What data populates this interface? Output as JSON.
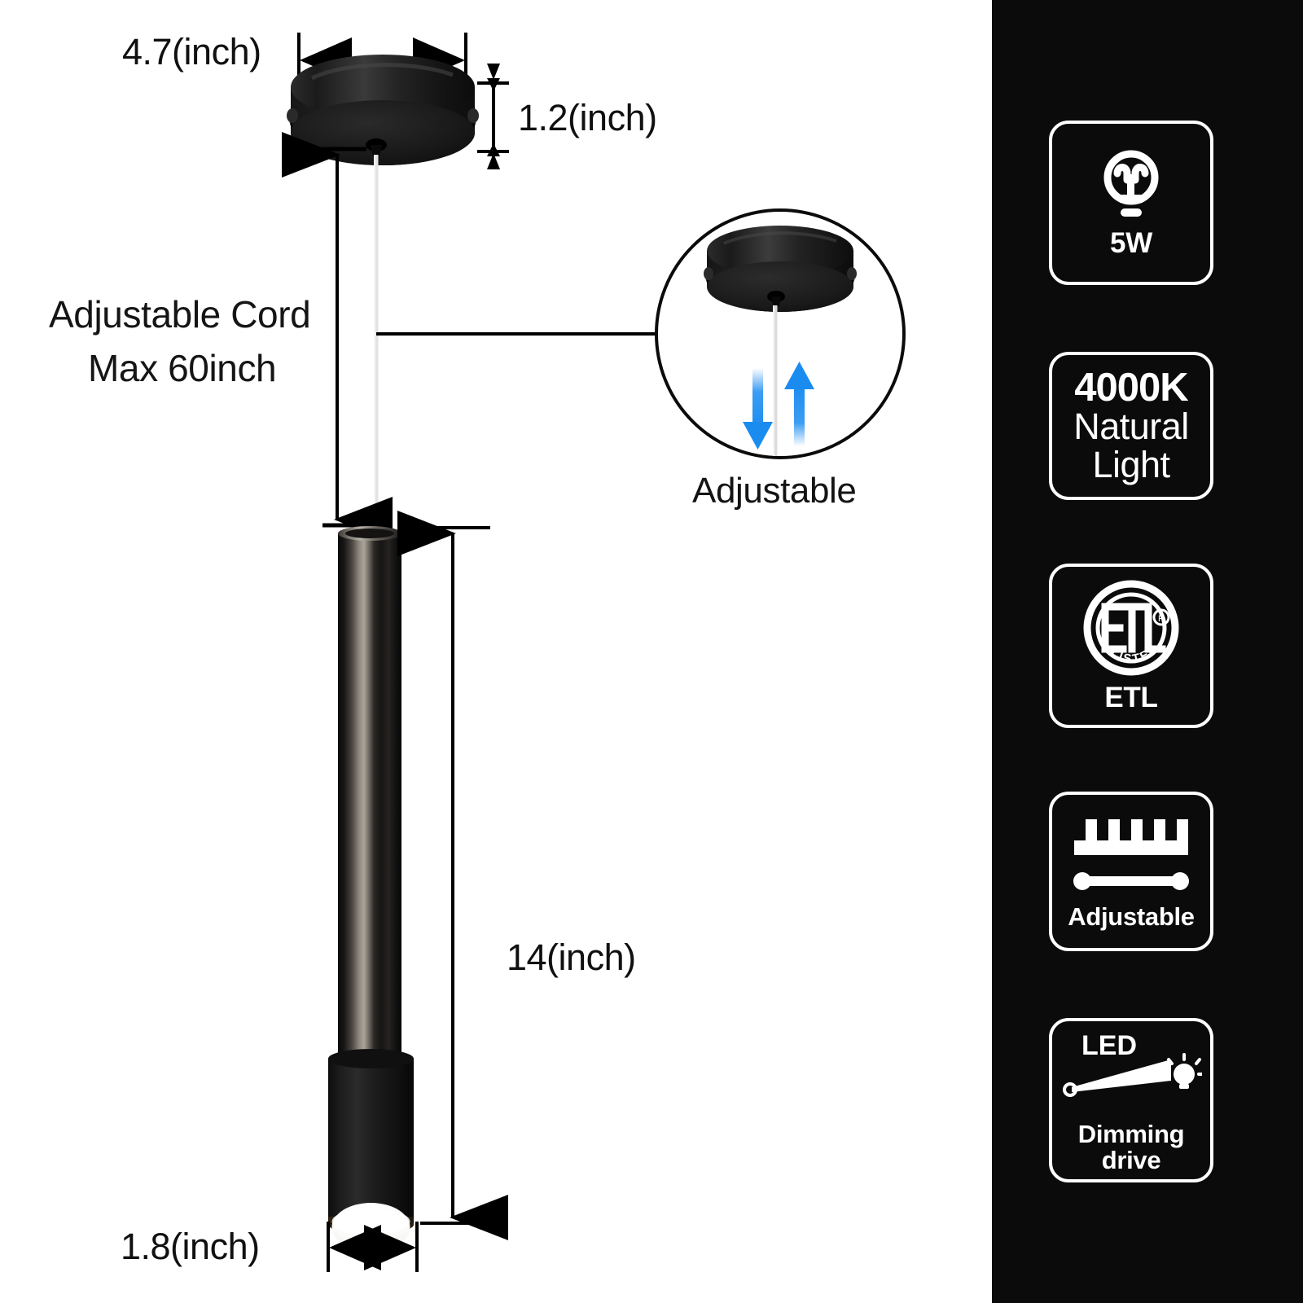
{
  "product": {
    "type": "LED cylinder pendant light dimension diagram"
  },
  "dimensions": {
    "canopy_diameter": "4.7(inch)",
    "canopy_height": "1.2(inch)",
    "cord_note_line1": "Adjustable Cord",
    "cord_note_line2": "Max 60inch",
    "body_length": "14(inch)",
    "shade_diameter": "1.8(inch)"
  },
  "callout": {
    "label": "Adjustable",
    "arrow_color": "#1a8cf0"
  },
  "spec_panel": {
    "background": "#0b0b0b",
    "badges": [
      {
        "id": "wattage",
        "icon": "light-bulb-icon",
        "caption": "5W"
      },
      {
        "id": "color-temperature",
        "line1": "4000K",
        "line2": "Natural",
        "line3": "Light"
      },
      {
        "id": "certification",
        "icon": "etl-listed-icon",
        "mark": "ETL",
        "mark_sub": "LISTED",
        "caption": "ETL"
      },
      {
        "id": "adjustable",
        "icon": "ruler-slider-icon",
        "caption": "Adjustable"
      },
      {
        "id": "dimming",
        "icon": "led-dimming-icon",
        "label": "LED",
        "caption": "Dimming drive"
      }
    ]
  },
  "colors": {
    "line": "#000000",
    "panel_bg": "#0b0b0b",
    "badge_stroke": "#ffffff",
    "blue_arrow": "#1a8cf0",
    "cord": "#e8e8e8"
  }
}
